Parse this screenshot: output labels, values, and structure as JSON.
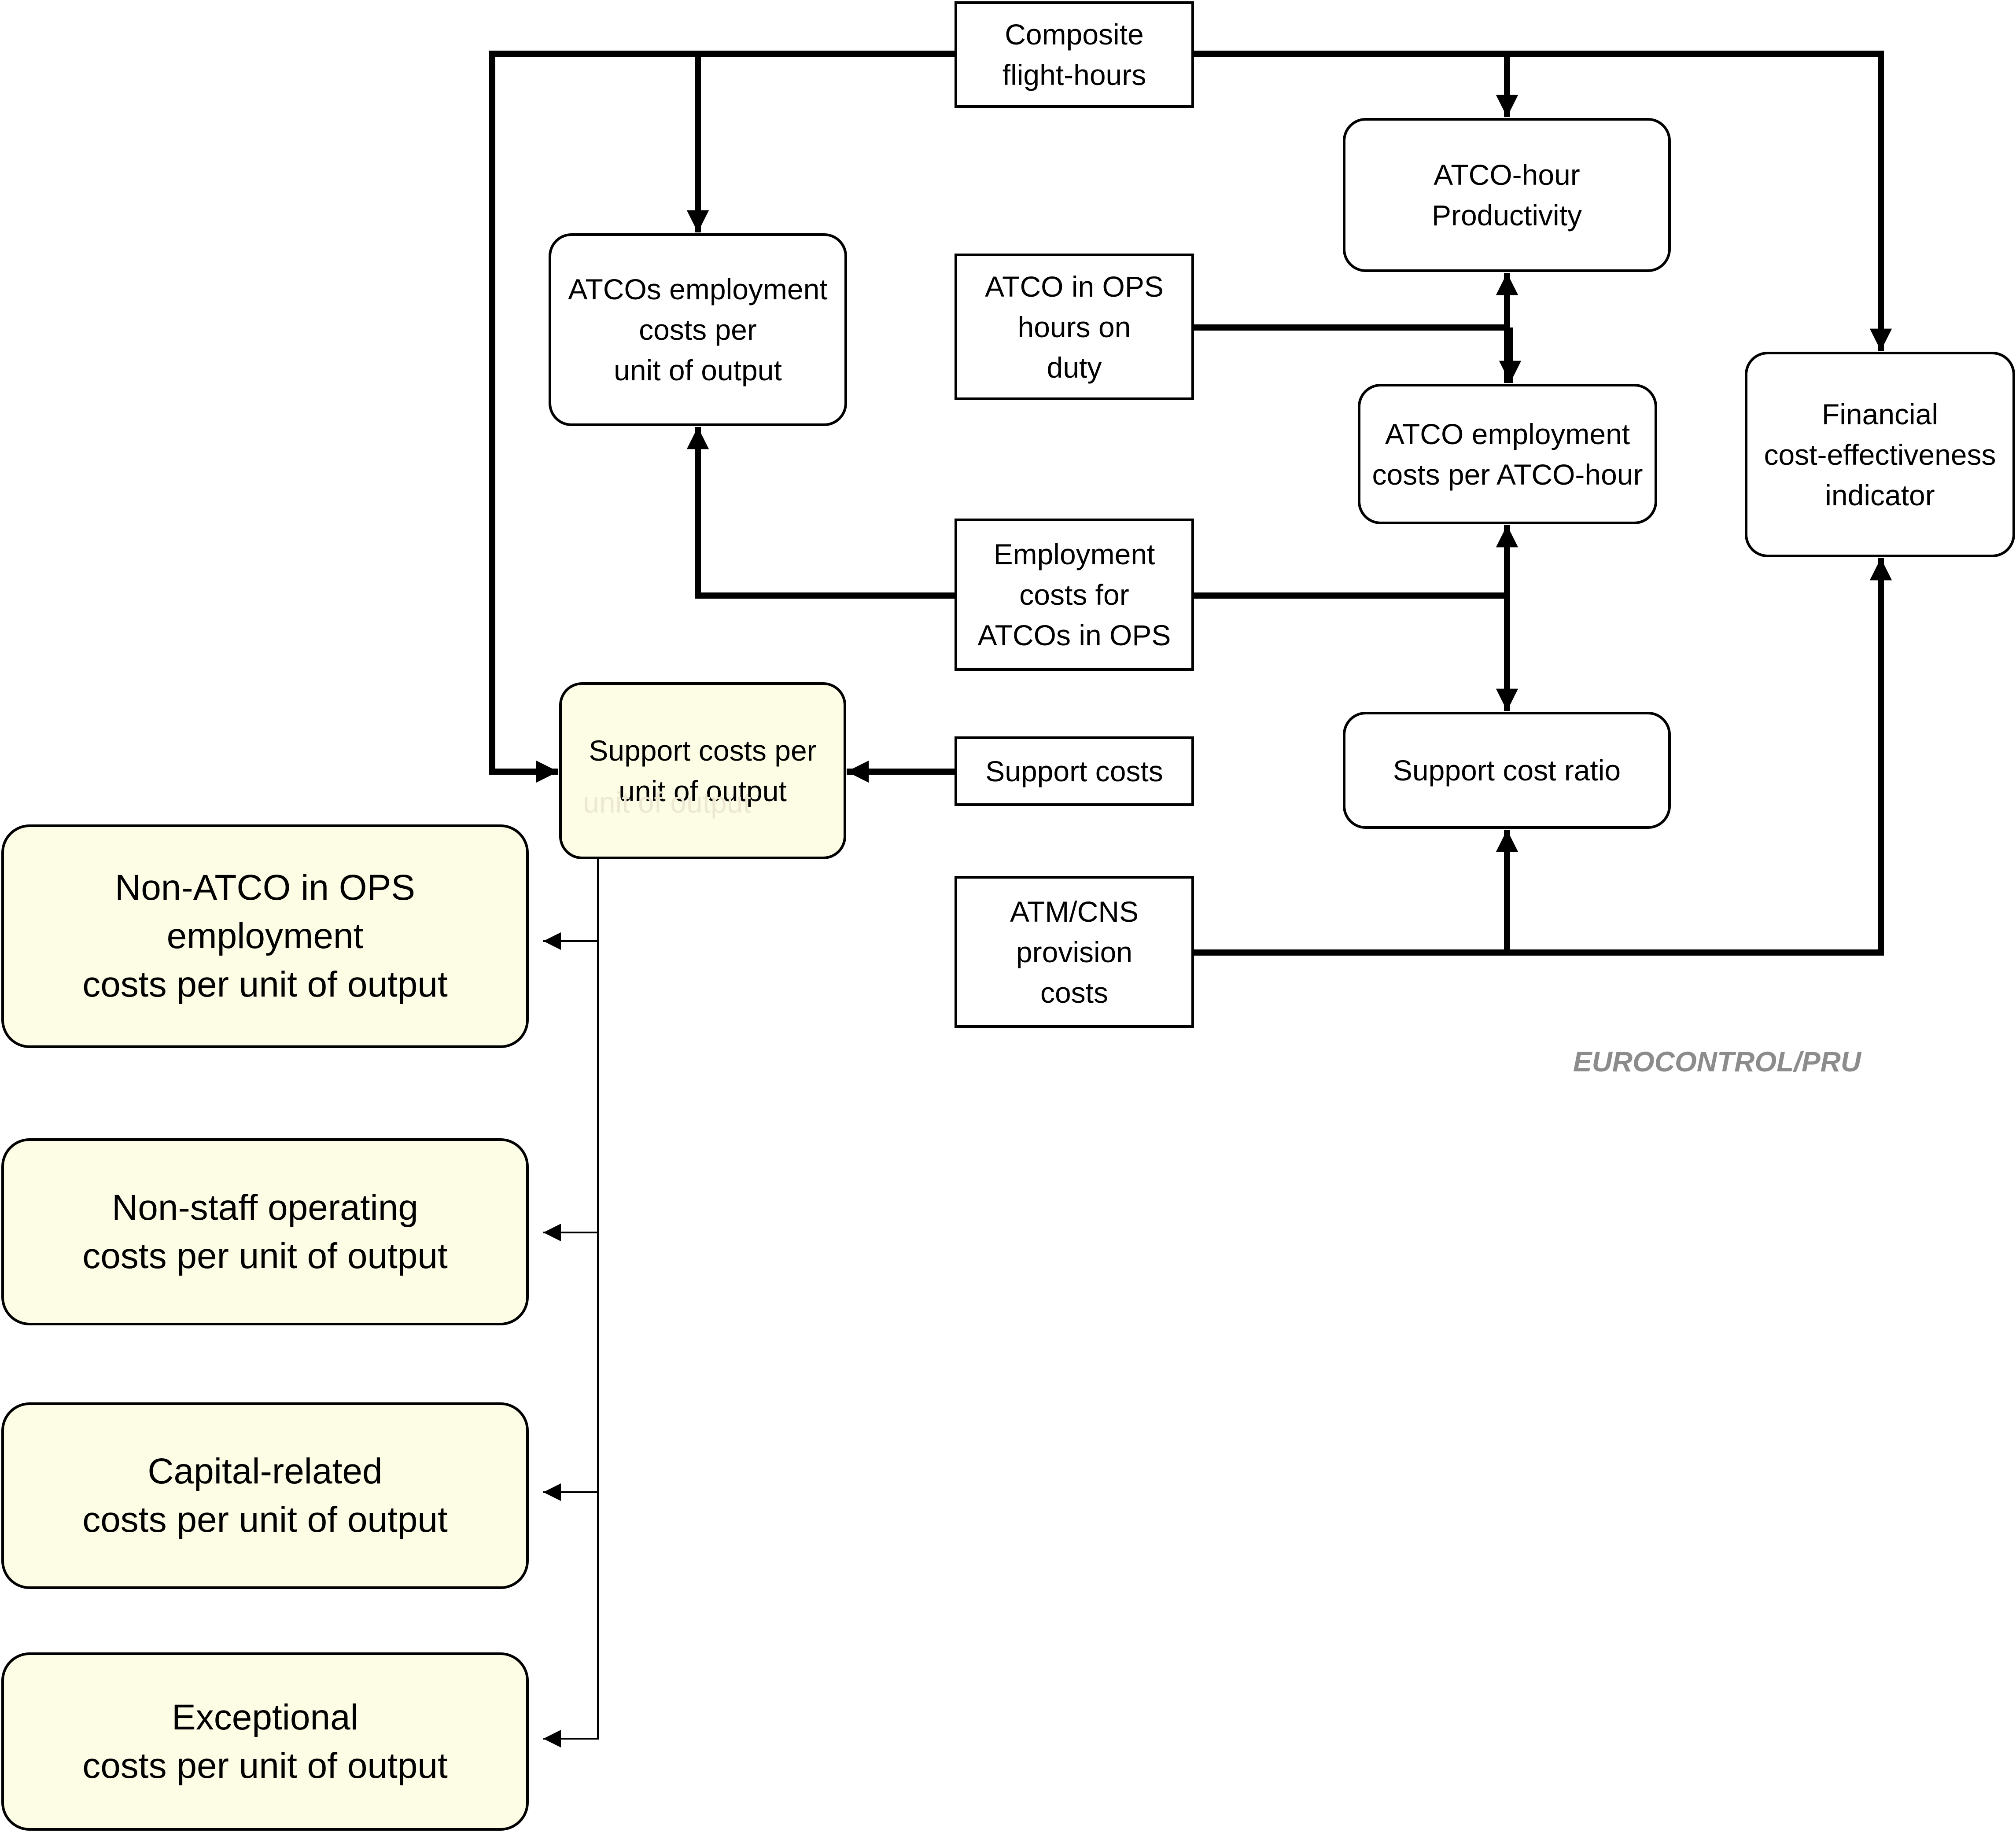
{
  "boxes": {
    "composite_flight_hours": "Composite\nflight-hours",
    "atco_hour_productivity": "ATCO-hour\nProductivity",
    "atcos_employment_costs_per_unit": "ATCOs employment\ncosts per\nunit of output",
    "atco_ops_hours_on_duty": "ATCO in OPS\nhours on\nduty",
    "atco_employment_costs_per_atco_hour": "ATCO employment\ncosts per ATCO-hour",
    "financial_cost_effectiveness": "Financial\ncost-effectiveness\nindicator",
    "employment_costs_atcos_ops": "Employment\ncosts for\nATCOs in OPS",
    "support_costs_per_unit": "Support costs per\nunit of output",
    "support_costs": "Support costs",
    "support_cost_ratio": "Support cost ratio",
    "atm_cns_provision_costs": "ATM/CNS\nprovision\ncosts",
    "non_atco_ops_employment": "Non-ATCO in OPS\nemployment\ncosts per unit of output",
    "non_staff_operating": "Non-staff operating\ncosts per unit of output",
    "capital_related": "Capital-related\ncosts per unit of output",
    "exceptional": "Exceptional\ncosts per unit of output"
  },
  "ghost_text": "unit of output",
  "credit": "EUROCONTROL/PRU",
  "colors": {
    "line": "#000000",
    "highlight_fill": "#fdfde6",
    "credit": "#8c8c8c"
  }
}
